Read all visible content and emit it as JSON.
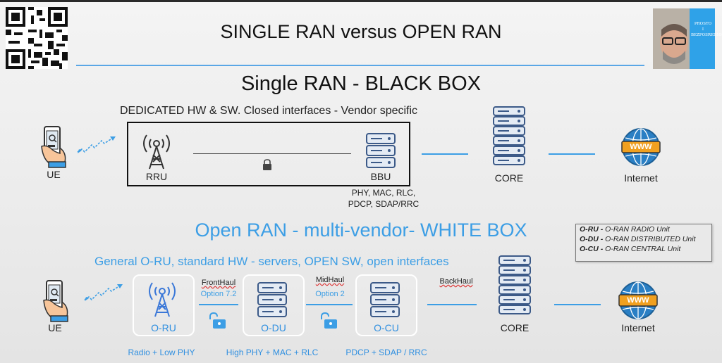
{
  "title": "SINGLE RAN versus OPEN RAN",
  "photo_logo": {
    "line1": "PROSTO",
    "line2": "I",
    "line3": "BEZPOSREDNIO"
  },
  "single_ran": {
    "heading": "Single RAN - BLACK BOX",
    "subtitle": "DEDICATED HW & SW. Closed interfaces - Vendor specific",
    "ue": "UE",
    "rru": "RRU",
    "bbu": "BBU",
    "bbu_note_1": "PHY, MAC, RLC,",
    "bbu_note_2": "PDCP, SDAP/RRC",
    "core": "CORE",
    "internet": "Internet",
    "www": "WWW"
  },
  "open_ran": {
    "heading": "Open RAN - multi-vendor- WHITE BOX",
    "subtitle": "General O-RU, standard HW - servers, OPEN SW, open interfaces",
    "ue": "UE",
    "oru": "O-RU",
    "odu": "O-DU",
    "ocu": "O-CU",
    "fronthaul": "FrontHaul",
    "fronthaul_option": "Option 7.2",
    "midhaul": "MidHaul",
    "midhaul_option": "Option 2",
    "backhaul": "BackHaul",
    "oru_desc": "Radio + Low PHY",
    "odu_desc": "High PHY + MAC + RLC",
    "ocu_desc": "PDCP + SDAP / RRC",
    "core": "CORE",
    "internet": "Internet",
    "www": "WWW"
  },
  "legend": [
    {
      "abbr": "O-RU -",
      "text": "O-RAN RADIO Unit"
    },
    {
      "abbr": "O-DU -",
      "text": "O-RAN DISTRIBUTED Unit"
    },
    {
      "abbr": "O-CU -",
      "text": "O-RAN CENTRAL Unit"
    }
  ],
  "colors": {
    "accent": "#3c9ee5",
    "dark": "#222222",
    "server": "#3c5a88",
    "globe": "#2a7fc4",
    "www_banner": "#f0a020"
  }
}
